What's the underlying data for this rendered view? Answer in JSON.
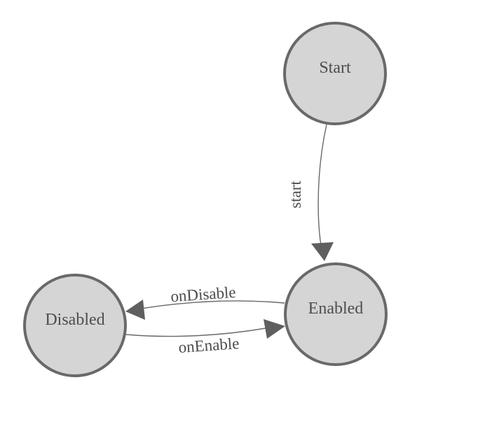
{
  "diagram": {
    "type": "state-machine",
    "colors": {
      "background": "#ffffff",
      "node_fill": "#d5d5d5",
      "node_stroke": "#696969",
      "edge_stroke": "#696969",
      "arrowhead_fill": "#5f5f5f",
      "label_text": "#4d4d4d"
    },
    "nodes": [
      {
        "id": "start",
        "label": "Start"
      },
      {
        "id": "enabled",
        "label": "Enabled"
      },
      {
        "id": "disabled",
        "label": "Disabled"
      }
    ],
    "edges": [
      {
        "from": "Start",
        "to": "Enabled",
        "label": "start"
      },
      {
        "from": "Enabled",
        "to": "Disabled",
        "label": "onDisable"
      },
      {
        "from": "Disabled",
        "to": "Enabled",
        "label": "onEnable"
      }
    ]
  }
}
